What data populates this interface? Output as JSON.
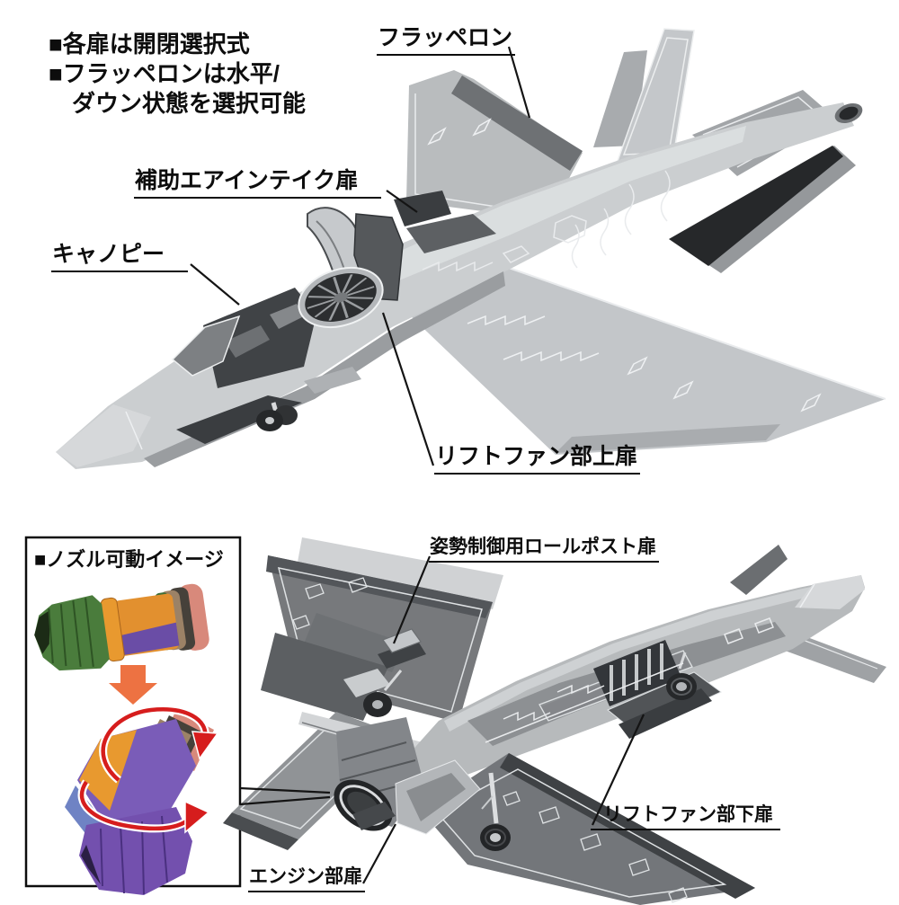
{
  "notes": {
    "line1": "■各扉は開閉選択式",
    "line2": "■フラッペロンは水平/",
    "line3": "ダウン状態を選択可能"
  },
  "callouts": {
    "flapperon": "フラッペロン",
    "aux_intake": "補助エアインテイク扉",
    "canopy": "キャノピー",
    "lift_fan_upper": "リフトファン部上扉",
    "roll_post": "姿勢制御用ロールポスト扉",
    "lift_fan_lower": "リフトファン部下扉",
    "engine_door": "エンジン部扉"
  },
  "nozzle_box": {
    "title": "■ノズル可動イメージ"
  },
  "colors": {
    "background": "#ffffff",
    "label_text": "#0d0d0d",
    "leader_line": "#141414",
    "airframe_light_gray": "#c9ccce",
    "airframe_mid_gray": "#a9acaf",
    "airframe_dark_gray": "#77797c",
    "panel_line_white": "#eef0f2",
    "nozzle_green": "#4a7c3c",
    "nozzle_orange": "#e2902f",
    "nozzle_purple": "#7a5cb8",
    "nozzle_blue": "#7386c6",
    "nozzle_salmon": "#d8897b",
    "nozzle_tan": "#9c8266",
    "rotation_arrow_red": "#d61d1d",
    "step_arrow_orange": "#ed7242"
  }
}
